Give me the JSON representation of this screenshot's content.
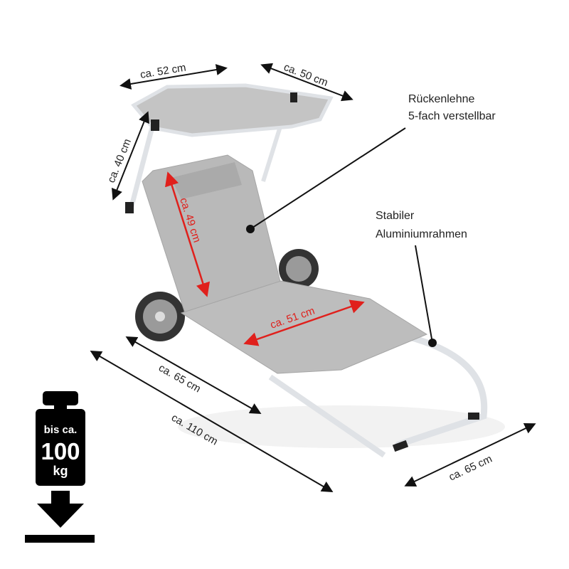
{
  "dimensions": {
    "canopy_width": "ca. 52 cm",
    "canopy_depth": "ca. 50 cm",
    "canopy_height": "ca. 40 cm",
    "backrest_length": "ca. 49 cm",
    "seat_width": "ca. 51 cm",
    "seat_length": "ca. 65 cm",
    "total_length": "ca. 110 cm",
    "total_width": "ca. 65 cm"
  },
  "annotations": {
    "backrest_line1": "Rückenlehne",
    "backrest_line2": "5-fach verstellbar",
    "frame_line1": "Stabiler",
    "frame_line2": "Aluminiumrahmen"
  },
  "weight_badge": {
    "line1": "bis ca.",
    "line2": "100",
    "line3": "kg"
  },
  "colors": {
    "red": "#e0201c",
    "fabric": "#b9b9b9",
    "frame": "#e4e6ea"
  }
}
